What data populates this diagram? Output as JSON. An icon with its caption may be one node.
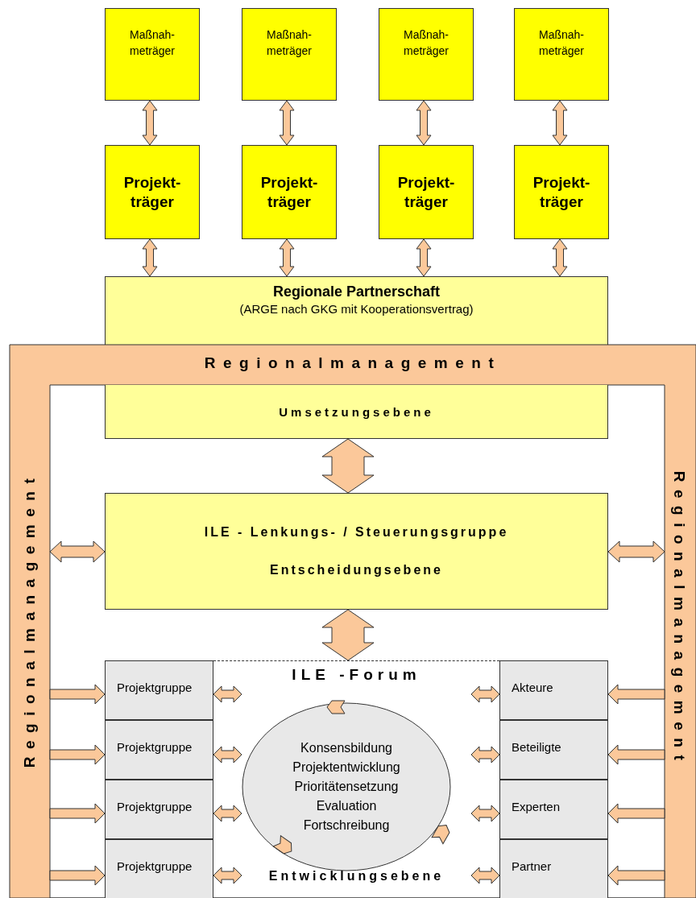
{
  "diagram": {
    "nodes": [
      {
        "text": [
          "Maßnah- meträger"
        ]
      },
      {
        "text": [
          "Maßnah- meträger"
        ]
      },
      {
        "text": [
          "Maßnah- meträger"
        ]
      },
      {
        "text": [
          "Maßnah- meträger"
        ]
      },
      {
        "text": [
          "Projekt- träger"
        ]
      },
      {
        "text": [
          "Projekt- träger"
        ]
      },
      {
        "text": [
          "Projekt- träger"
        ]
      },
      {
        "text": [
          "Projekt- träger"
        ]
      },
      {
        "text": [
          "Regionale Partnerschaft",
          "(ARGE nach GKG mit Kooperationsvertrag)"
        ]
      },
      {
        "text": [
          "Regionalmanagement",
          "Regionalmanagement",
          "Regionalmanagement"
        ]
      },
      {
        "text": [
          "ILE - Lenkungs- / Steuerungsgruppe",
          "Entscheidungsebene"
        ],
        "in": 9
      },
      {
        "text": [
          "ILE -Forum",
          "Entwicklungsebene"
        ],
        "in": 9
      },
      {
        "text": [
          "Konsensbildung Projektentwicklung Prioritätensetzung Evaluation Fortschreibung"
        ],
        "in": 11
      },
      {
        "text": [
          "Projektgruppe"
        ],
        "in": 9
      },
      {
        "text": [
          "Projektgruppe"
        ],
        "in": 9
      },
      {
        "text": [
          "Projektgruppe"
        ],
        "in": 9
      },
      {
        "text": [
          "Projektgruppe"
        ],
        "in": 9
      },
      {
        "text": [
          "Akteure"
        ],
        "in": 9
      },
      {
        "text": [
          "Beteiligte"
        ],
        "in": 9
      },
      {
        "text": [
          "Experten"
        ],
        "in": 9
      },
      {
        "text": [
          "Partner"
        ],
        "in": 9
      },
      {
        "text": [
          "Umsetzungsebene"
        ],
        "in": 9
      }
    ],
    "edges": [
      {
        "from": 0,
        "to": 4,
        "arrow": "both"
      },
      {
        "from": 1,
        "to": 5,
        "arrow": "both"
      },
      {
        "from": 2,
        "to": 6,
        "arrow": "both"
      },
      {
        "from": 3,
        "to": 7,
        "arrow": "both"
      },
      {
        "from": 4,
        "to": 8,
        "arrow": "both"
      },
      {
        "from": 5,
        "to": 8,
        "arrow": "both"
      },
      {
        "from": 6,
        "to": 8,
        "arrow": "both"
      },
      {
        "from": 7,
        "to": 8,
        "arrow": "both"
      },
      {
        "from": 21,
        "to": 10,
        "arrow": "both"
      },
      {
        "from": 9,
        "to": 10,
        "arrow": "both"
      },
      {
        "from": 10,
        "to": 9,
        "arrow": "both"
      },
      {
        "from": 10,
        "to": 11,
        "arrow": "both"
      },
      {
        "from": 9,
        "to": 13,
        "arrow": "to"
      },
      {
        "from": 9,
        "to": 14,
        "arrow": "to"
      },
      {
        "from": 9,
        "to": 15,
        "arrow": "to"
      },
      {
        "from": 9,
        "to": 16,
        "arrow": "to"
      },
      {
        "from": 13,
        "to": null,
        "arrow": "both"
      },
      {
        "from": 14,
        "to": null,
        "arrow": "both"
      },
      {
        "from": 15,
        "to": null,
        "arrow": "both"
      },
      {
        "from": 16,
        "to": null,
        "arrow": "both"
      },
      {
        "from": null,
        "to": 17,
        "arrow": "both"
      },
      {
        "from": null,
        "to": 18,
        "arrow": "both"
      },
      {
        "from": null,
        "to": 19,
        "arrow": "both"
      },
      {
        "from": null,
        "to": 20,
        "arrow": "both"
      },
      {
        "from": 9,
        "to": 17,
        "arrow": "to"
      },
      {
        "from": 9,
        "to": 18,
        "arrow": "to"
      },
      {
        "from": 9,
        "to": 19,
        "arrow": "to"
      },
      {
        "from": 9,
        "to": 20,
        "arrow": "to"
      }
    ]
  }
}
